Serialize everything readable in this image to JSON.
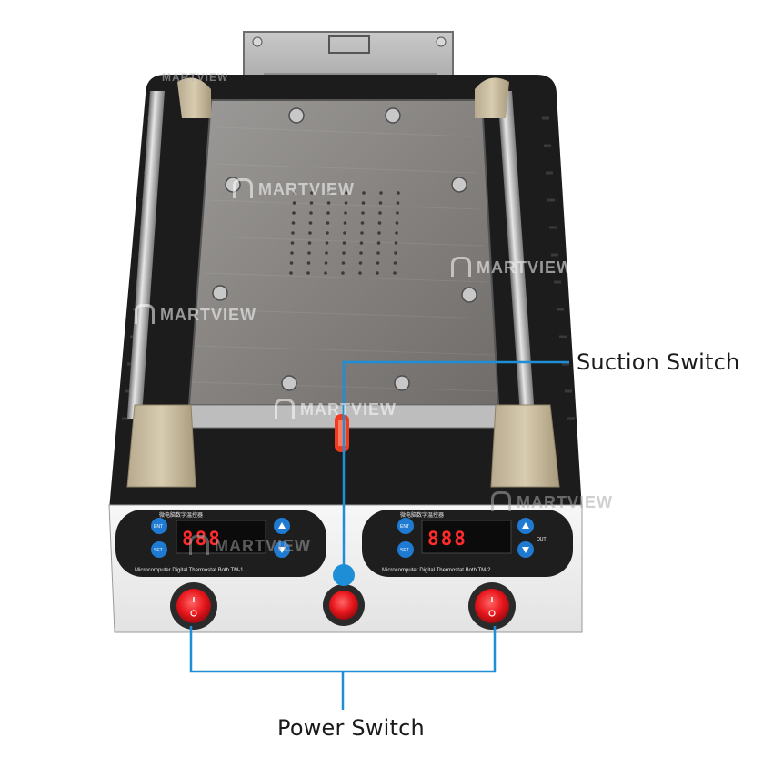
{
  "labels": {
    "suction_switch": "Suction Switch",
    "power_switch": "Power Switch"
  },
  "watermark": "MARTVIEW",
  "controllers": {
    "left": {
      "display": "888",
      "title": "微电脑数字温控器",
      "subtitle": "Microcomputer Digital Thermostat Both TM-1"
    },
    "right": {
      "display": "888",
      "title": "微电脑数字温控器",
      "subtitle": "Microcomputer Digital Thermostat Both TM-2"
    }
  },
  "buttons": {
    "set": "SET",
    "ent": "ENT",
    "out": "OUT"
  },
  "colors": {
    "callout_line": "#1e8fd6",
    "switch_red": "#e8161c",
    "body_black": "#1c1c1c",
    "plate": "#8a8784"
  }
}
